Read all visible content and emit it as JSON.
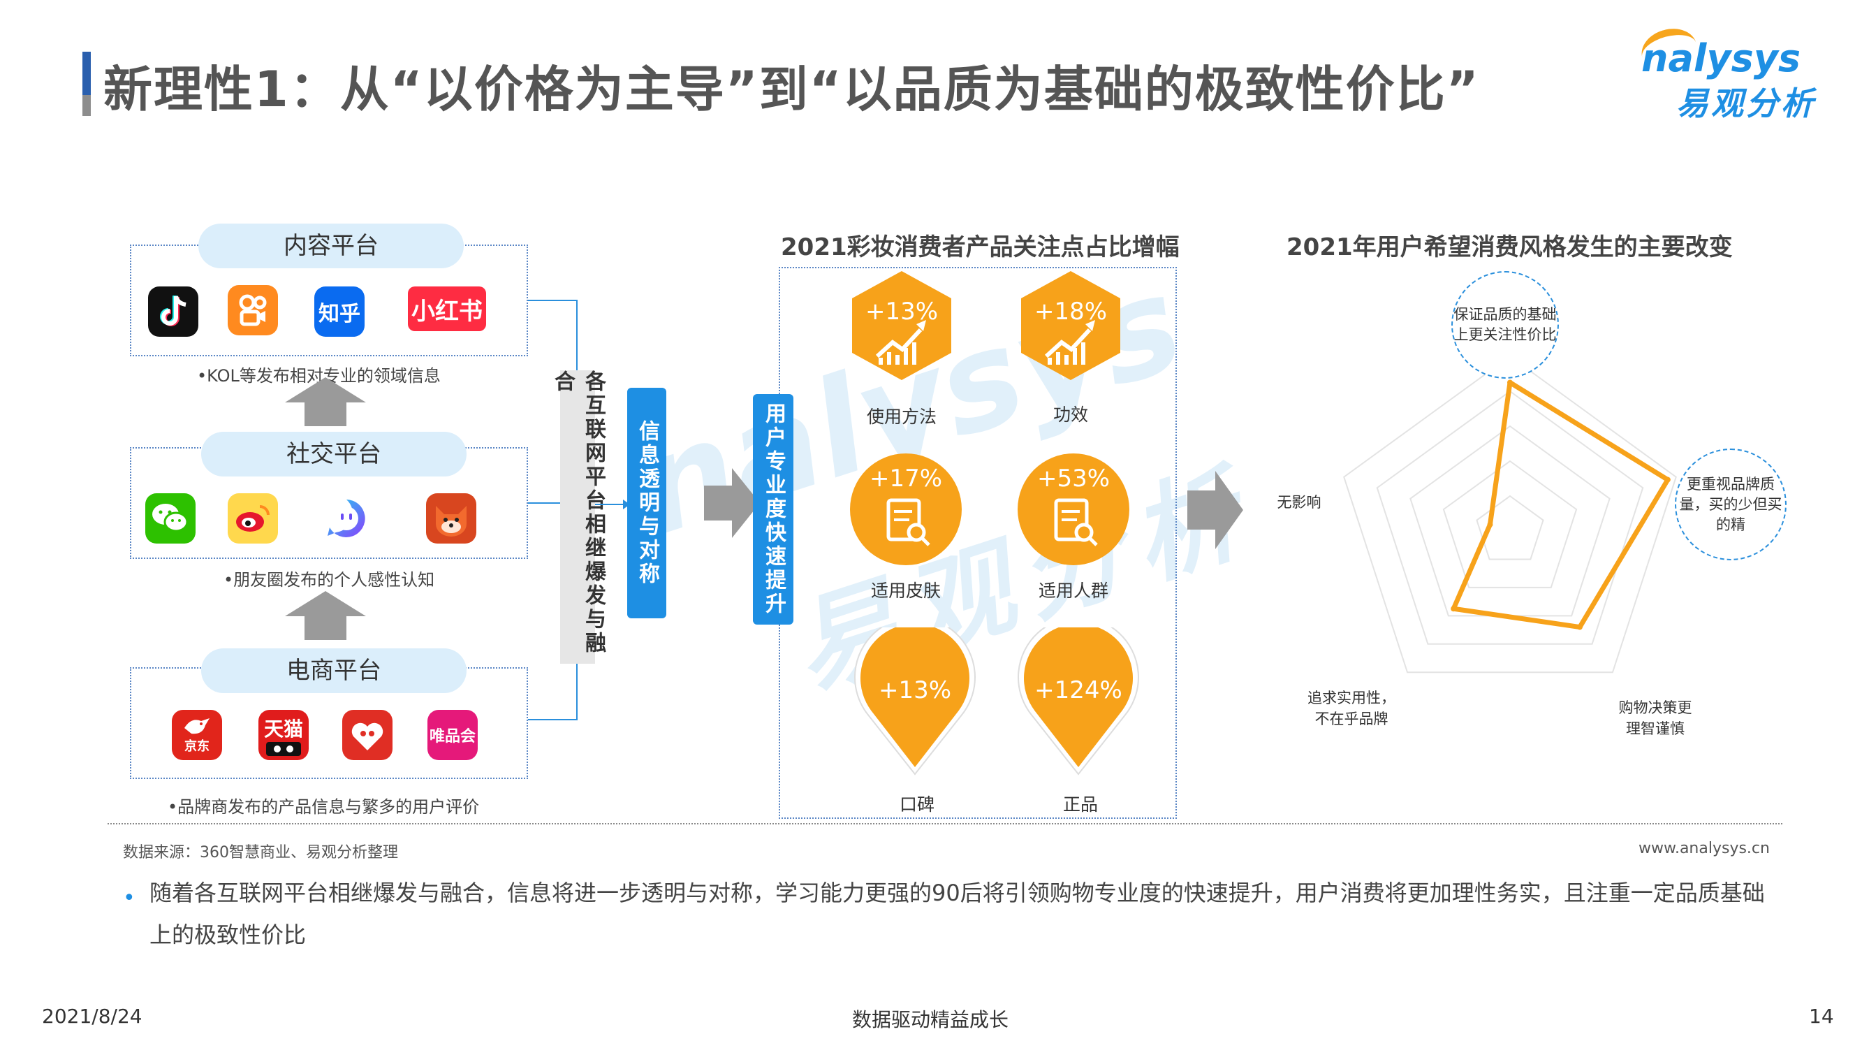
{
  "header": {
    "title": "新理性1：从“以价格为主导”到“以品质为基础的极致性价比”",
    "logo_en": "nalysys",
    "logo_cn": "易观分析"
  },
  "platforms": [
    {
      "name": "内容平台",
      "caption": "•KOL等发布相对专业的领域信息",
      "apps": [
        {
          "icon": "douyin-icon",
          "glyph": "♪",
          "bg": "#111111"
        },
        {
          "icon": "kuaishou-icon",
          "glyph": "",
          "bg": "#ff8a1f"
        },
        {
          "icon": "zhihu-icon",
          "glyph": "知乎",
          "bg": "#0a6bf0"
        },
        {
          "icon": "xiaohongshu-icon",
          "glyph": "小红书",
          "bg": "#fe2c42"
        }
      ]
    },
    {
      "name": "社交平台",
      "caption": "•朋友圈发布的个人感性认知",
      "apps": [
        {
          "icon": "wechat-icon",
          "glyph": "",
          "bg": "#2dc100"
        },
        {
          "icon": "weibo-icon",
          "glyph": "",
          "bg": "#ffd84d"
        },
        {
          "icon": "soul-icon",
          "glyph": "",
          "bg": "#ffffff"
        },
        {
          "icon": "fox-app-icon",
          "glyph": "",
          "bg": "#d8461f"
        }
      ]
    },
    {
      "name": "电商平台",
      "caption": "•品牌商发布的产品信息与繁多的用户评价",
      "apps": [
        {
          "icon": "jd-icon",
          "glyph": "京东",
          "bg": "#e1251b"
        },
        {
          "icon": "tmall-icon",
          "glyph": "天猫",
          "bg": "#e01c1c"
        },
        {
          "icon": "pinduoduo-icon",
          "glyph": "",
          "bg": "#e02e24"
        },
        {
          "icon": "vip-icon",
          "glyph": "唯品会",
          "bg": "#e5197a"
        }
      ]
    }
  ],
  "flow": {
    "merge_label": "各互联网平台相继爆发与融合",
    "transparent_label": "信息透明与对称",
    "professional_label": "用户专业度快速提升"
  },
  "focus": {
    "title": "2021彩妆消费者产品关注点占比增幅",
    "items": [
      {
        "value": "+13%",
        "label": "使用方法",
        "shape": "hexagon"
      },
      {
        "value": "+18%",
        "label": "功效",
        "shape": "hexagon"
      },
      {
        "value": "+17%",
        "label": "适用皮肤",
        "shape": "circle"
      },
      {
        "value": "+53%",
        "label": "适用人群",
        "shape": "circle"
      },
      {
        "value": "+13%",
        "label": "口碑",
        "shape": "pin"
      },
      {
        "value": "+124%",
        "label": "正品",
        "shape": "pin"
      }
    ]
  },
  "chart_data": {
    "type": "radar",
    "title": "2021年用户希望消费风格发生的主要改变",
    "axes": [
      "保证品质的基础上更关注性价比",
      "更重视品牌质量，买的少但买的精",
      "购物决策更理智谨慎",
      "追求实用性，不在乎品牌",
      "无影响"
    ],
    "axis_labels": {
      "top": "保证品质的基础上更关注性价比",
      "right": "更重视品牌质量，买的少但买的精",
      "bottom_right": "购物决策更理智谨慎",
      "bottom_left": "追求实用性，不在乎品牌",
      "left": "无影响"
    },
    "values": [
      0.85,
      0.95,
      0.68,
      0.55,
      0.12
    ],
    "rings": 5,
    "line_color": "#f7a21a",
    "grid": true
  },
  "footer": {
    "source": "数据来源：360智慧商业、易观分析整理",
    "website": "www.analysys.cn",
    "summary": "随着各互联网平台相继爆发与融合，信息将进一步透明与对称，学习能力更强的90后将引领购物专业度的快速提升，用户消费将更加理性务实，且注重一定品质基础上的极致性价比",
    "date": "2021/8/24",
    "slogan": "数据驱动精益成长",
    "page": "14"
  },
  "colors": {
    "orange": "#f7a21a",
    "blue": "#1e8fe3",
    "pill": "#dbeefb",
    "grey_arrow": "#9a9a9a"
  }
}
